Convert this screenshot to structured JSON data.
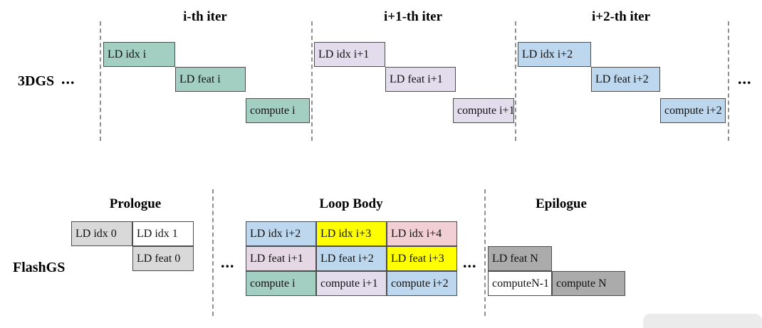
{
  "colors": {
    "teal": "#a2cfc2",
    "lavender": "#e2dcec",
    "blue": "#bdd7ee",
    "yellow": "#ffff00",
    "pink": "#f2cfd3",
    "lavender_pink": "#e6d7e4",
    "gray_light": "#d9d9d9",
    "gray_mid": "#ababab",
    "white": "#ffffff"
  },
  "top": {
    "label": "3DGS",
    "ellipsis_left": "...",
    "ellipsis_right": "...",
    "iterations": [
      {
        "header": "i-th iter",
        "boxes": [
          "LD idx i",
          "LD feat i",
          "compute i"
        ]
      },
      {
        "header": "i+1-th iter",
        "boxes": [
          "LD idx i+1",
          "LD feat i+1",
          "compute i+1"
        ]
      },
      {
        "header": "i+2-th iter",
        "boxes": [
          "LD idx i+2",
          "LD feat i+2",
          "compute i+2"
        ]
      }
    ]
  },
  "bottom": {
    "label": "FlashGS",
    "ellipsis_mid_left": "...",
    "ellipsis_mid_right": "...",
    "prologue": {
      "header": "Prologue",
      "boxes": [
        "LD idx 0",
        "LD idx 1",
        "LD feat 0"
      ]
    },
    "loop": {
      "header": "Loop Body",
      "rows": [
        [
          "LD idx i+2",
          "LD idx i+3",
          "LD idx i+4"
        ],
        [
          "LD feat i+1",
          "LD feat i+2",
          "LD feat i+3"
        ],
        [
          "compute i",
          "compute i+1",
          "compute i+2"
        ]
      ]
    },
    "epilogue": {
      "header": "Epilogue",
      "boxes": [
        "LD feat N",
        "computeN-1",
        "compute N"
      ]
    }
  }
}
